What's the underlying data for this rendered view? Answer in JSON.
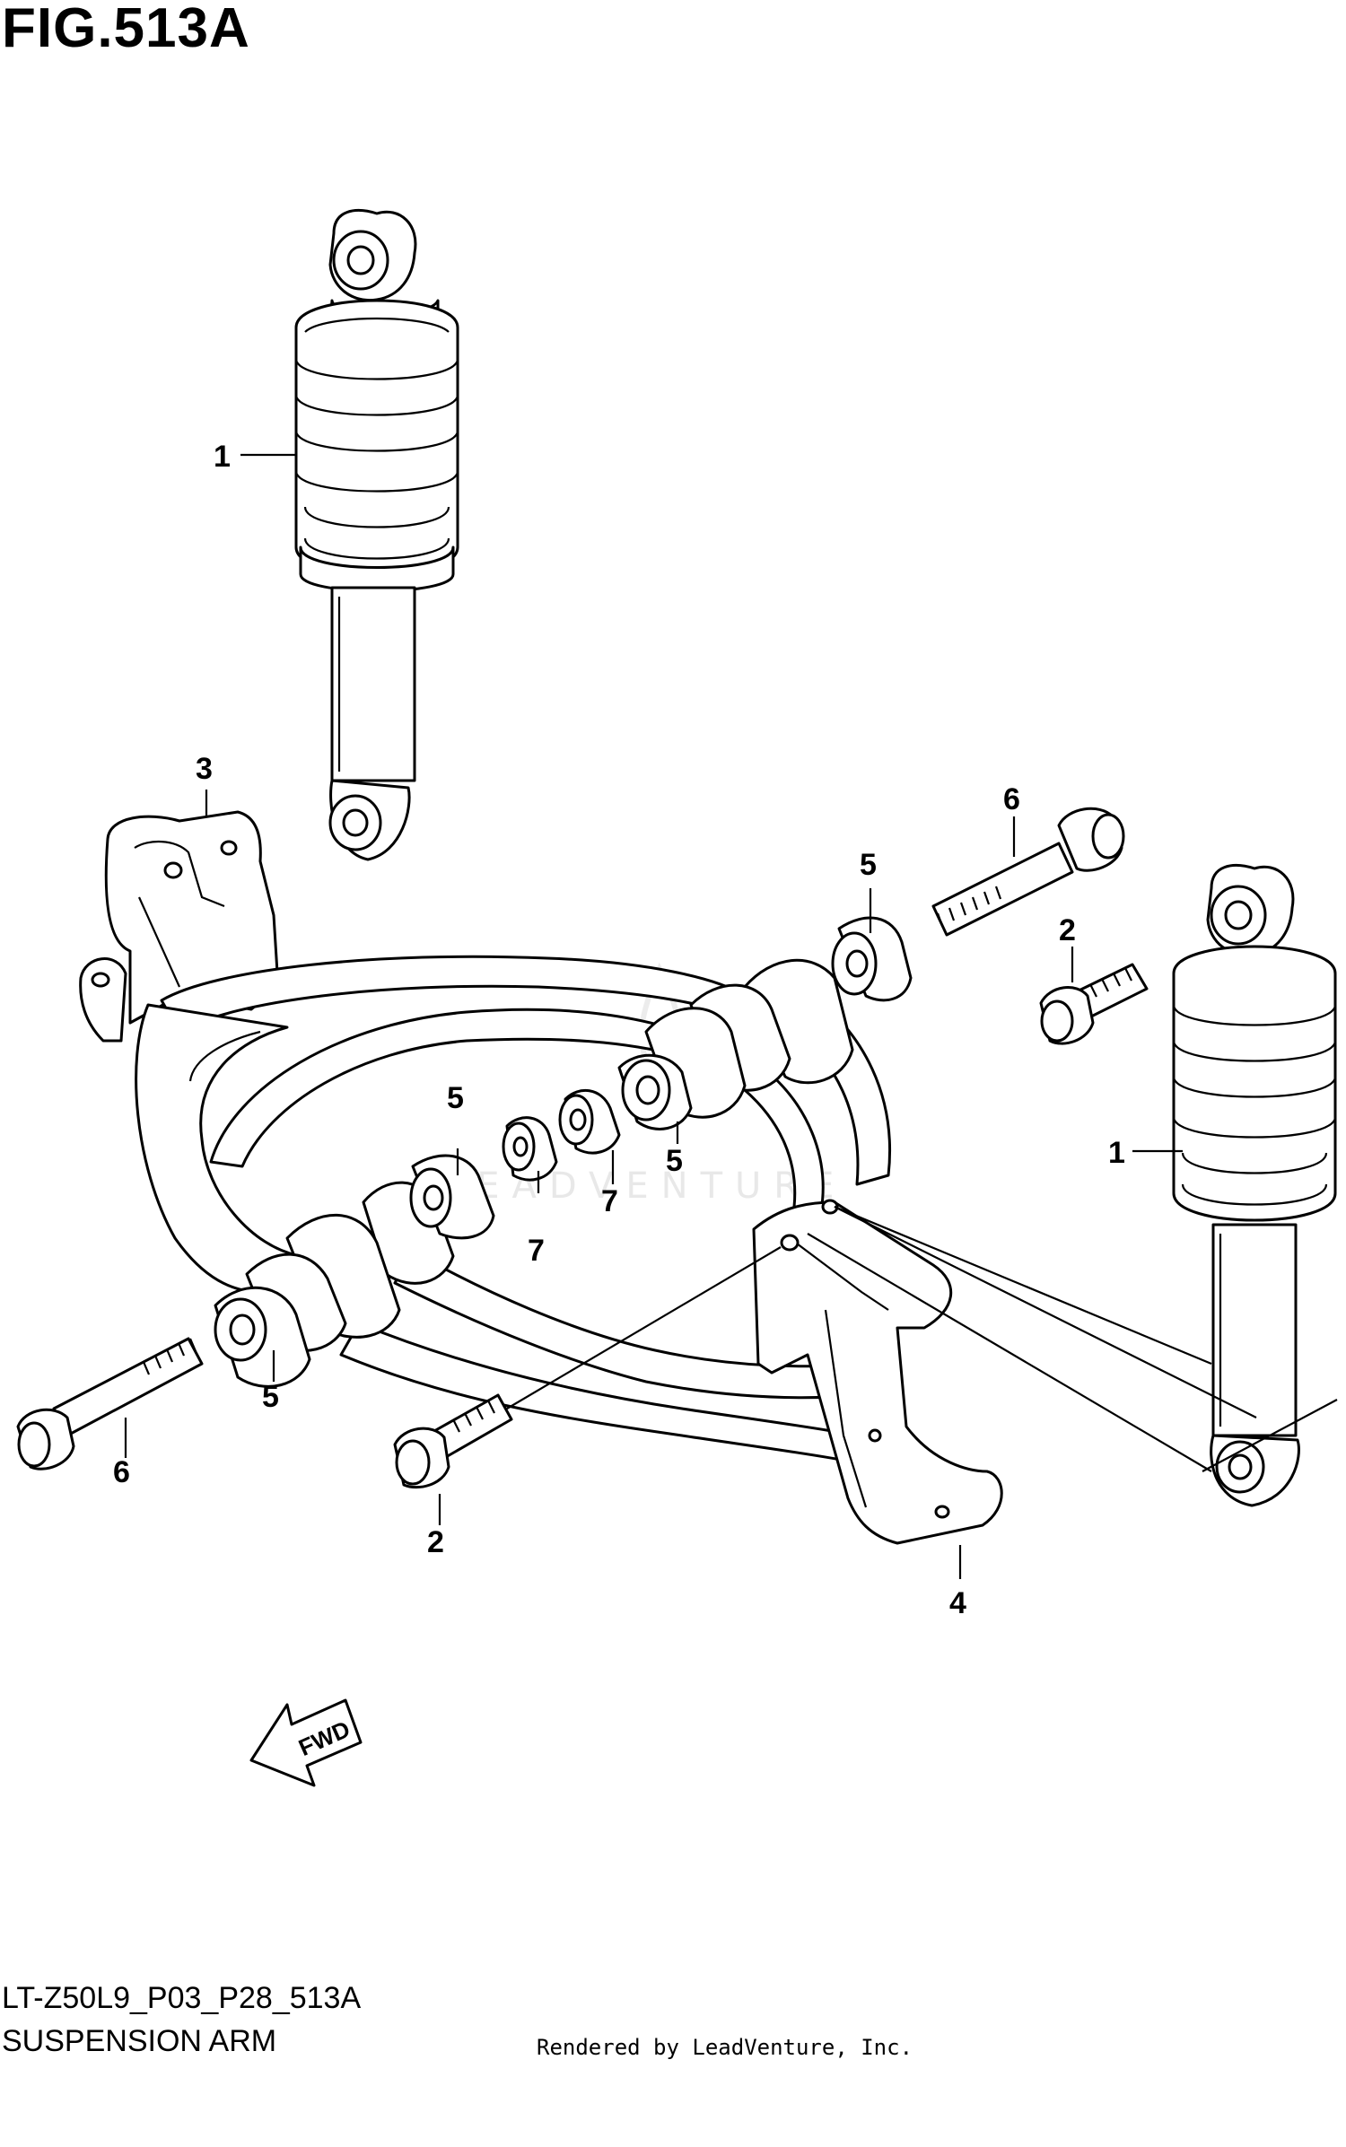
{
  "figure_title": "FIG.513A",
  "diagram_code": "LT-Z50L9_P03_P28_513A",
  "caption": "SUSPENSION ARM",
  "rendered_by": "Rendered by LeadVenture, Inc.",
  "watermark": "LEADVENTURE",
  "fwd_label": "FWD",
  "callouts": {
    "shock_upper_left": "1",
    "shock_right": "1",
    "bolt_right": "2",
    "bolt_bottom": "2",
    "bracket_top_left": "3",
    "bracket_bottom": "4",
    "bushing_top": "5",
    "bushing_mid_right": "5",
    "bushing_mid_left": "5",
    "bushing_bottom_left": "5",
    "long_bolt_top": "6",
    "long_bolt_bottom": "6",
    "nut_right": "7",
    "nut_left": "7"
  }
}
